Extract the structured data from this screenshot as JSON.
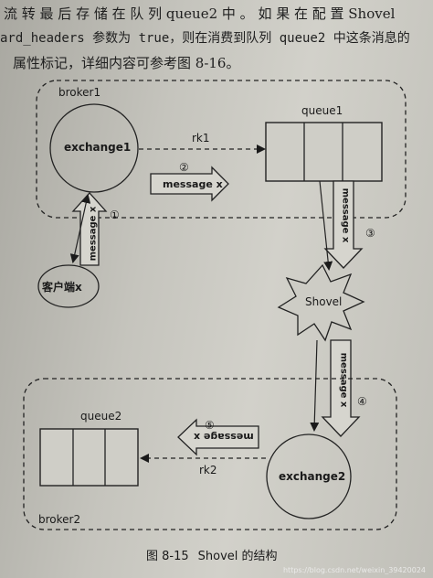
{
  "text_lines": [
    "流 转 最 后 存 储 在 队 列  queue2  中 。 如 果 在 配 置  Shovel  ",
    "ard_headers 参数为 true，则在消费到队列 queue2 中这条消息的",
    "属性标记，详细内容可参考图 8-16。"
  ],
  "diagram": {
    "broker1_label": "broker1",
    "queue1_label": "queue1",
    "exchange1_label": "exchange1",
    "rk1_label": "rk1",
    "step1": "①",
    "step2": "②",
    "step3": "③",
    "step4": "④",
    "step5": "⑤",
    "message_label": "message x",
    "client_label": "客户端x",
    "shovel_label": "Shovel",
    "queue2_label": "queue2",
    "broker2_label": "broker2",
    "rk2_label": "rk2",
    "exchange2_label": "exchange2"
  },
  "caption": {
    "figure_no": "图 8-15",
    "title": "Shovel 的结构"
  },
  "watermark": "https://blog.csdn.net/weixin_39420024"
}
